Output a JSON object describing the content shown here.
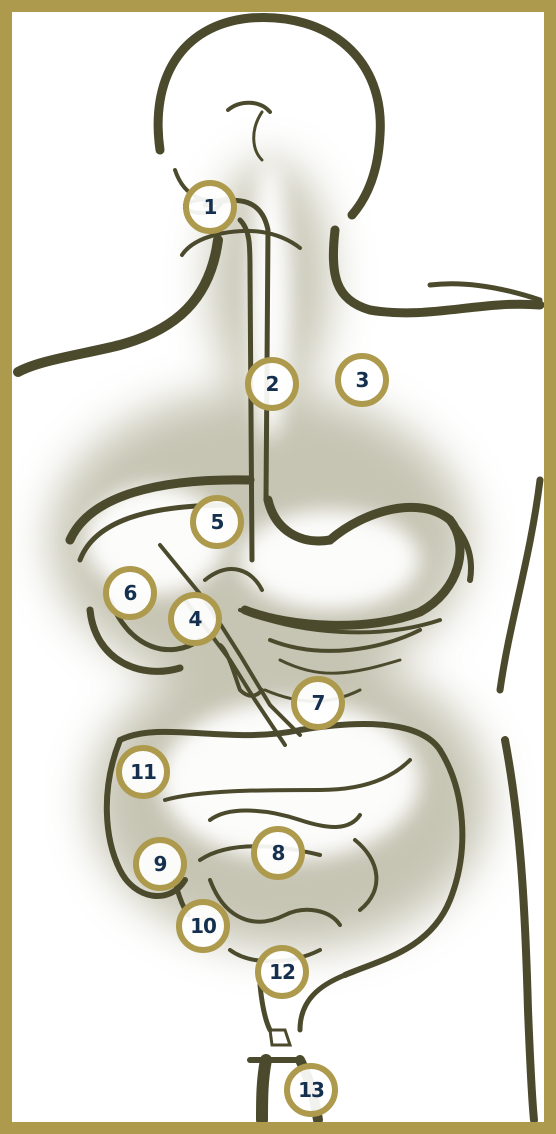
{
  "colors": {
    "frame": "#ad9a4c",
    "outline": "#4c4a2c",
    "shading": "#b3b19a",
    "marker_ring": "#ad9a4c",
    "marker_text": "#15304e"
  },
  "markers": [
    {
      "label": "1"
    },
    {
      "label": "2"
    },
    {
      "label": "3"
    },
    {
      "label": "4"
    },
    {
      "label": "5"
    },
    {
      "label": "6"
    },
    {
      "label": "7"
    },
    {
      "label": "8"
    },
    {
      "label": "9"
    },
    {
      "label": "10"
    },
    {
      "label": "11"
    },
    {
      "label": "12"
    },
    {
      "label": "13"
    }
  ]
}
